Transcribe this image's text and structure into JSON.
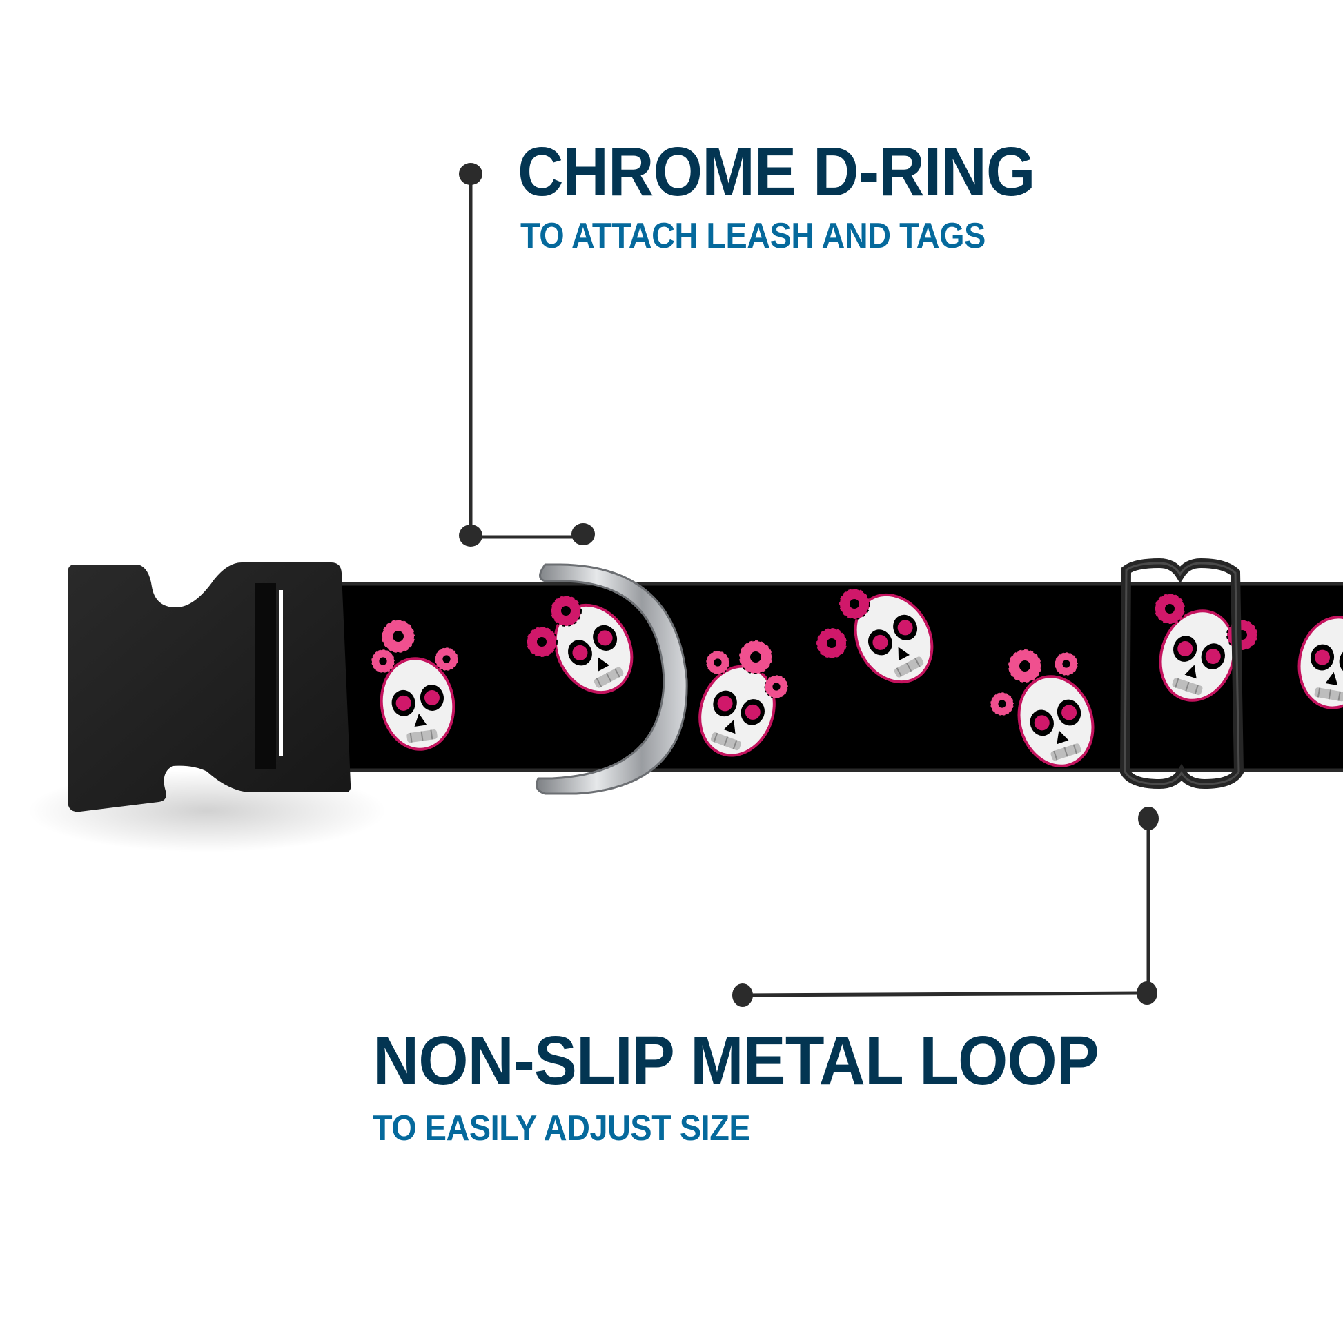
{
  "callouts": [
    {
      "id": "d-ring",
      "title": "CHROME D-RING",
      "subtitle": "TO ATTACH LEASH AND TAGS"
    },
    {
      "id": "metal-loop",
      "title": "NON-SLIP METAL LOOP",
      "subtitle": "TO EASILY ADJUST SIZE"
    }
  ],
  "product": {
    "parts": [
      "buckle-icon",
      "d-ring-icon",
      "slide-loop-icon",
      "collar-strap"
    ],
    "pattern": "sugar-skulls-with-pink-flowers"
  },
  "colors": {
    "title": "#033552",
    "subtitle": "#05699c",
    "leader_line": "#2b2b2b",
    "strap": "#000000",
    "buckle": "#1f1f1f",
    "skull": "#f1f1f1",
    "flower_magenta": "#d0186a",
    "flower_pink": "#f0508f",
    "chrome": "#b9bcc0"
  }
}
